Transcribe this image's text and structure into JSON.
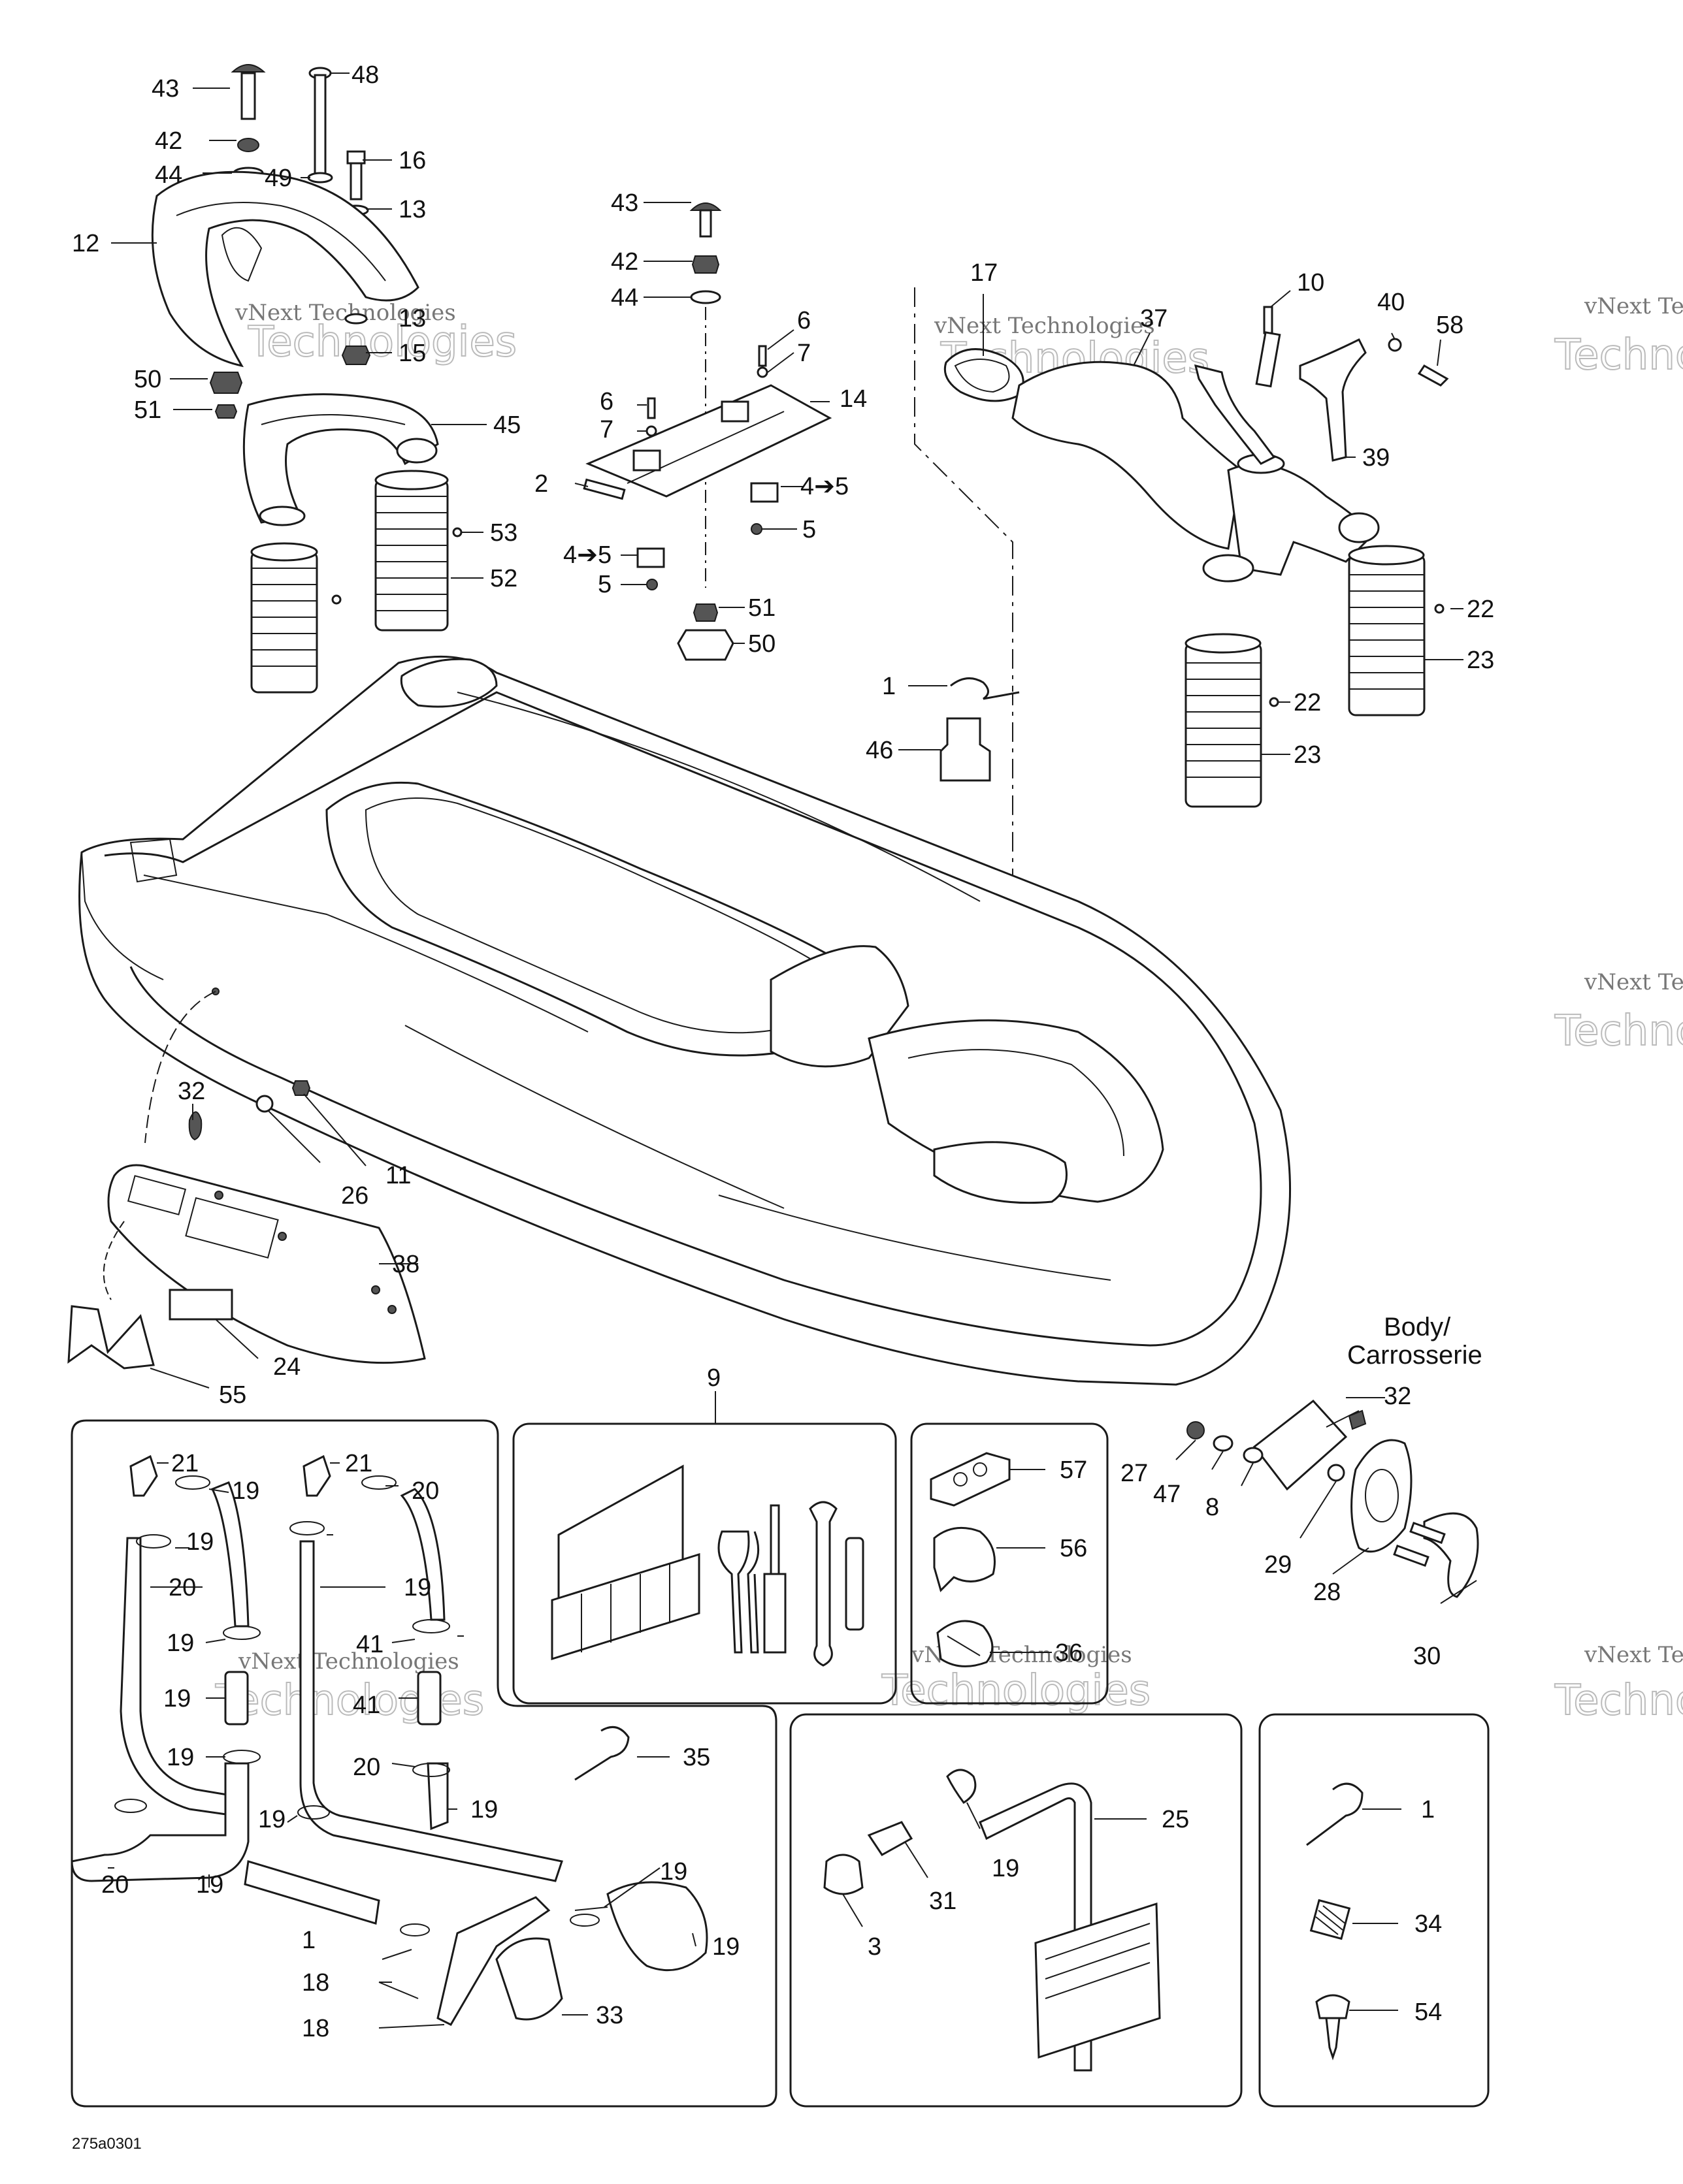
{
  "watermark": {
    "line1": "vNext Technologies",
    "line2": "vNext",
    "line3": "Technologies",
    "partial1": "vNext Tec",
    "partial2": "Techno"
  },
  "body_label": {
    "line1": "Body/",
    "line2": "Carrosserie"
  },
  "drawing_code": "275a0301",
  "callouts": [
    {
      "id": "c43a",
      "text": "43"
    },
    {
      "id": "c48",
      "text": "48"
    },
    {
      "id": "c42a",
      "text": "42"
    },
    {
      "id": "c16",
      "text": "16"
    },
    {
      "id": "c44a",
      "text": "44"
    },
    {
      "id": "c49",
      "text": "49"
    },
    {
      "id": "c13a",
      "text": "13"
    },
    {
      "id": "c12",
      "text": "12"
    },
    {
      "id": "c13b",
      "text": "13"
    },
    {
      "id": "c15",
      "text": "15"
    },
    {
      "id": "c50a",
      "text": "50"
    },
    {
      "id": "c51a",
      "text": "51"
    },
    {
      "id": "c45",
      "text": "45"
    },
    {
      "id": "c53",
      "text": "53"
    },
    {
      "id": "c52",
      "text": "52"
    },
    {
      "id": "c43b",
      "text": "43"
    },
    {
      "id": "c42b",
      "text": "42"
    },
    {
      "id": "c44b",
      "text": "44"
    },
    {
      "id": "c6a",
      "text": "6"
    },
    {
      "id": "c7a",
      "text": "7"
    },
    {
      "id": "c6b",
      "text": "6"
    },
    {
      "id": "c7b",
      "text": "7"
    },
    {
      "id": "c14",
      "text": "14"
    },
    {
      "id": "c2",
      "text": "2"
    },
    {
      "id": "c45r",
      "text": "4➔5"
    },
    {
      "id": "c5a",
      "text": "5"
    },
    {
      "id": "c45l",
      "text": "4➔5"
    },
    {
      "id": "c5b",
      "text": "5"
    },
    {
      "id": "c51b",
      "text": "51"
    },
    {
      "id": "c50b",
      "text": "50"
    },
    {
      "id": "c17",
      "text": "17"
    },
    {
      "id": "c37",
      "text": "37"
    },
    {
      "id": "c10",
      "text": "10"
    },
    {
      "id": "c40",
      "text": "40"
    },
    {
      "id": "c58",
      "text": "58"
    },
    {
      "id": "c39",
      "text": "39"
    },
    {
      "id": "c22a",
      "text": "22"
    },
    {
      "id": "c23a",
      "text": "23"
    },
    {
      "id": "c22b",
      "text": "22"
    },
    {
      "id": "c23b",
      "text": "23"
    },
    {
      "id": "c1a",
      "text": "1"
    },
    {
      "id": "c46",
      "text": "46"
    },
    {
      "id": "c32a",
      "text": "32"
    },
    {
      "id": "c11",
      "text": "11"
    },
    {
      "id": "c26",
      "text": "26"
    },
    {
      "id": "c38",
      "text": "38"
    },
    {
      "id": "c24",
      "text": "24"
    },
    {
      "id": "c55",
      "text": "55"
    },
    {
      "id": "c9",
      "text": "9"
    },
    {
      "id": "c32b",
      "text": "32"
    },
    {
      "id": "c27",
      "text": "27"
    },
    {
      "id": "c47",
      "text": "47"
    },
    {
      "id": "c8",
      "text": "8"
    },
    {
      "id": "c29",
      "text": "29"
    },
    {
      "id": "c28",
      "text": "28"
    },
    {
      "id": "c30",
      "text": "30"
    },
    {
      "id": "c57",
      "text": "57"
    },
    {
      "id": "c56",
      "text": "56"
    },
    {
      "id": "c36",
      "text": "36"
    },
    {
      "id": "c21a",
      "text": "21"
    },
    {
      "id": "c19a",
      "text": "19"
    },
    {
      "id": "c19b",
      "text": "19"
    },
    {
      "id": "c20a",
      "text": "20"
    },
    {
      "id": "c21b",
      "text": "21"
    },
    {
      "id": "c19c",
      "text": "19"
    },
    {
      "id": "c20b",
      "text": "20"
    },
    {
      "id": "c19d",
      "text": "19"
    },
    {
      "id": "c19e",
      "text": "19"
    },
    {
      "id": "c41a",
      "text": "41"
    },
    {
      "id": "c41b",
      "text": "41"
    },
    {
      "id": "c19f",
      "text": "19"
    },
    {
      "id": "c19g",
      "text": "19"
    },
    {
      "id": "c20c",
      "text": "20"
    },
    {
      "id": "c19h",
      "text": "19"
    },
    {
      "id": "c19i",
      "text": "19"
    },
    {
      "id": "c20d",
      "text": "20"
    },
    {
      "id": "c19j",
      "text": "19"
    },
    {
      "id": "c19k",
      "text": "19"
    },
    {
      "id": "c18a",
      "text": "18"
    },
    {
      "id": "c33",
      "text": "33"
    },
    {
      "id": "c18b",
      "text": "18"
    },
    {
      "id": "c35",
      "text": "35"
    },
    {
      "id": "c1b",
      "text": "1"
    },
    {
      "id": "c25",
      "text": "25"
    },
    {
      "id": "c19l",
      "text": "19"
    },
    {
      "id": "c31",
      "text": "31"
    },
    {
      "id": "c3",
      "text": "3"
    },
    {
      "id": "c1c",
      "text": "1"
    },
    {
      "id": "c34",
      "text": "34"
    },
    {
      "id": "c54",
      "text": "54"
    }
  ]
}
